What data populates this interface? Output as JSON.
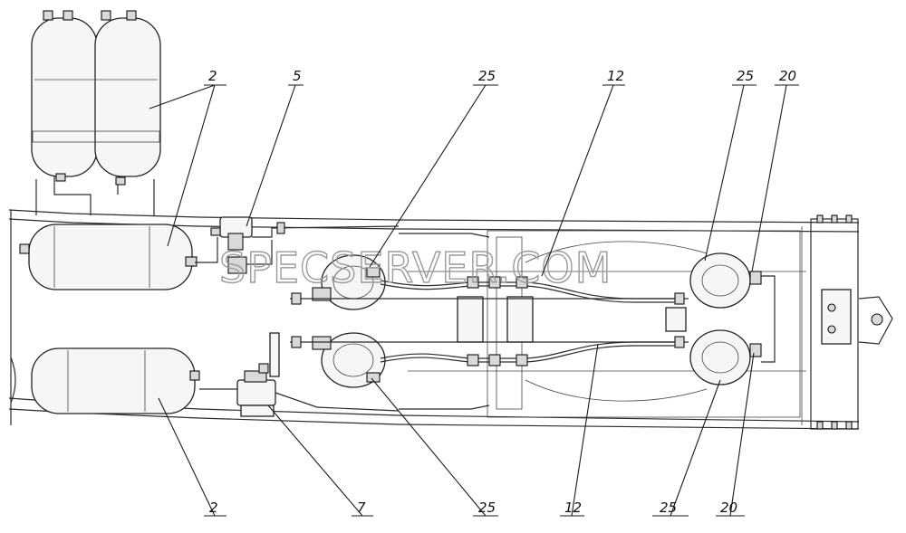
{
  "watermark": "SPECSERVER.COM",
  "callouts": {
    "tank_upper": "2",
    "valve_5": "5",
    "chamber_top_left": "25",
    "pipe_top": "12",
    "chamber_top_right": "25",
    "valve_20_top": "20",
    "tank_lower": "2",
    "valve_7": "7",
    "chamber_bottom_left": "25",
    "pipe_bottom": "12",
    "chamber_bottom_right": "25",
    "valve_20_bottom": "20"
  }
}
